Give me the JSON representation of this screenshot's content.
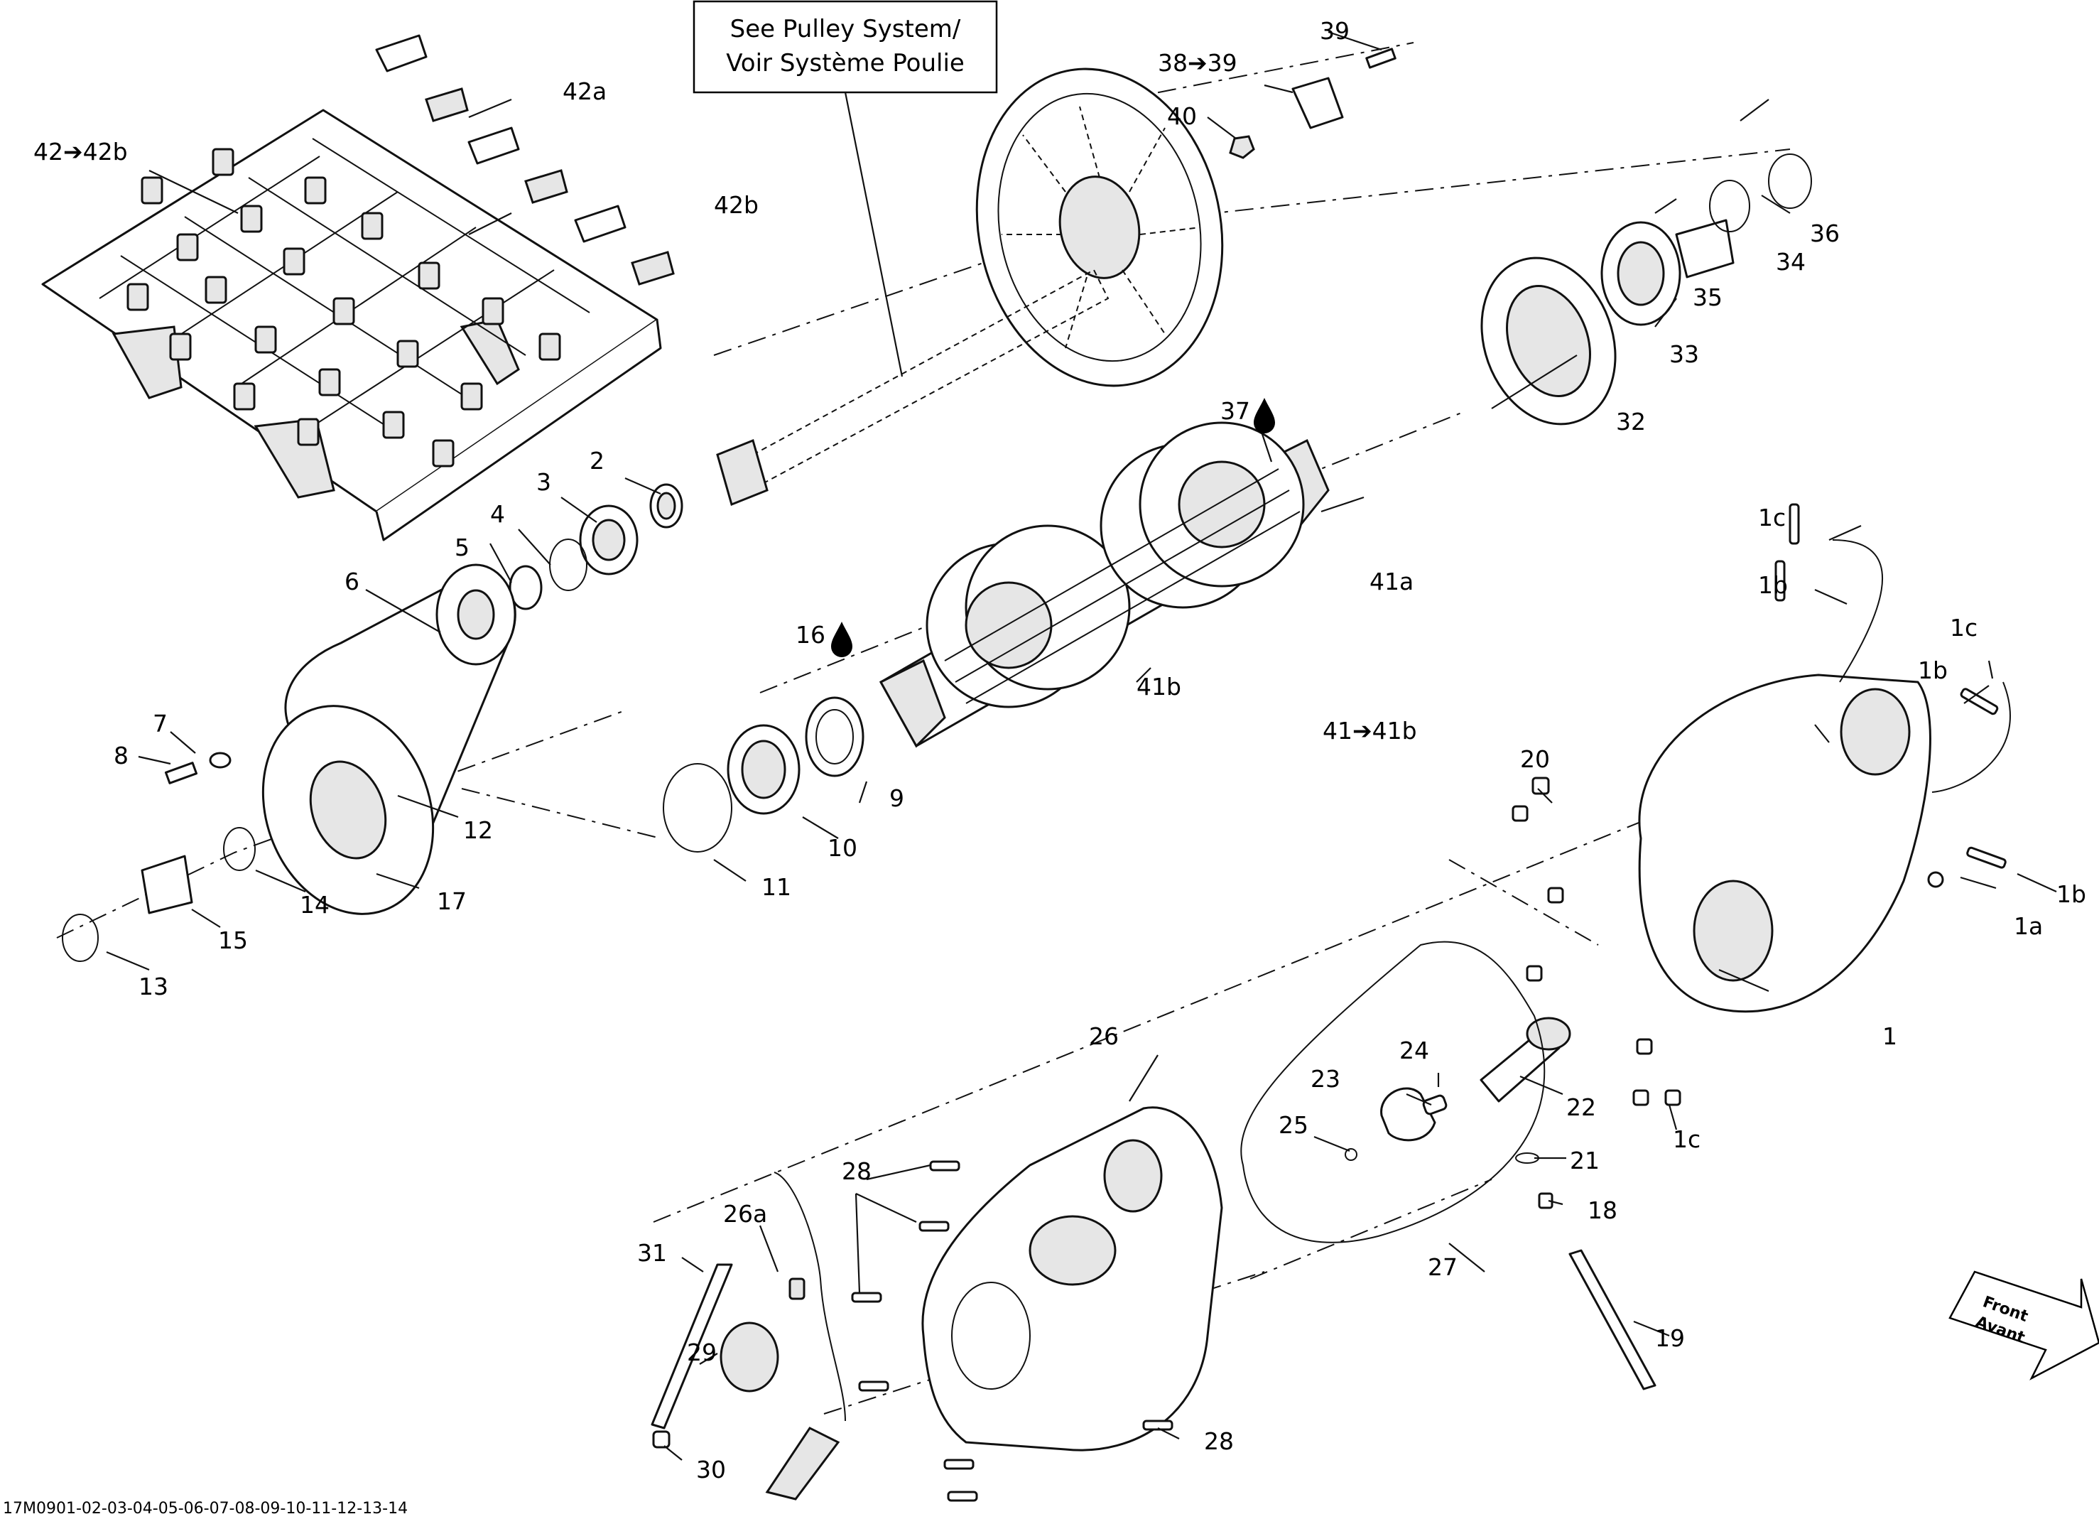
{
  "callout_box": {
    "line1": "See Pulley System/",
    "line2": "Voir Système Poulie"
  },
  "front_arrow": {
    "line1": "Front",
    "line2": "Avant"
  },
  "drawing_number": "17M0901-02-03-04-05-06-07-08-09-10-11-12-13-14",
  "labels": {
    "l1": "1",
    "l1a": "1a",
    "l1b_right": "1b",
    "l1b_top": "1b",
    "l1b_upper": "1b",
    "l1c_top": "1c",
    "l1c_upper": "1c",
    "l1c_bottom": "1c",
    "l2": "2",
    "l3": "3",
    "l4": "4",
    "l5": "5",
    "l6": "6",
    "l7": "7",
    "l8": "8",
    "l9": "9",
    "l10": "10",
    "l11": "11",
    "l12": "12",
    "l13": "13",
    "l14": "14",
    "l15": "15",
    "l16": "16",
    "l17": "17",
    "l18": "18",
    "l19": "19",
    "l20": "20",
    "l21": "21",
    "l22": "22",
    "l23": "23",
    "l24": "24",
    "l25": "25",
    "l26": "26",
    "l26a": "26a",
    "l27": "27",
    "l28_top": "28",
    "l28_bottom": "28",
    "l29": "29",
    "l30": "30",
    "l31": "31",
    "l32": "32",
    "l33": "33",
    "l34": "34",
    "l35": "35",
    "l36": "36",
    "l37": "37",
    "l38": "38➔39",
    "l39": "39",
    "l40": "40",
    "l41": "41➔41b",
    "l41a": "41a",
    "l41b": "41b",
    "l42": "42➔42b",
    "l42a": "42a",
    "l42b": "42b"
  }
}
